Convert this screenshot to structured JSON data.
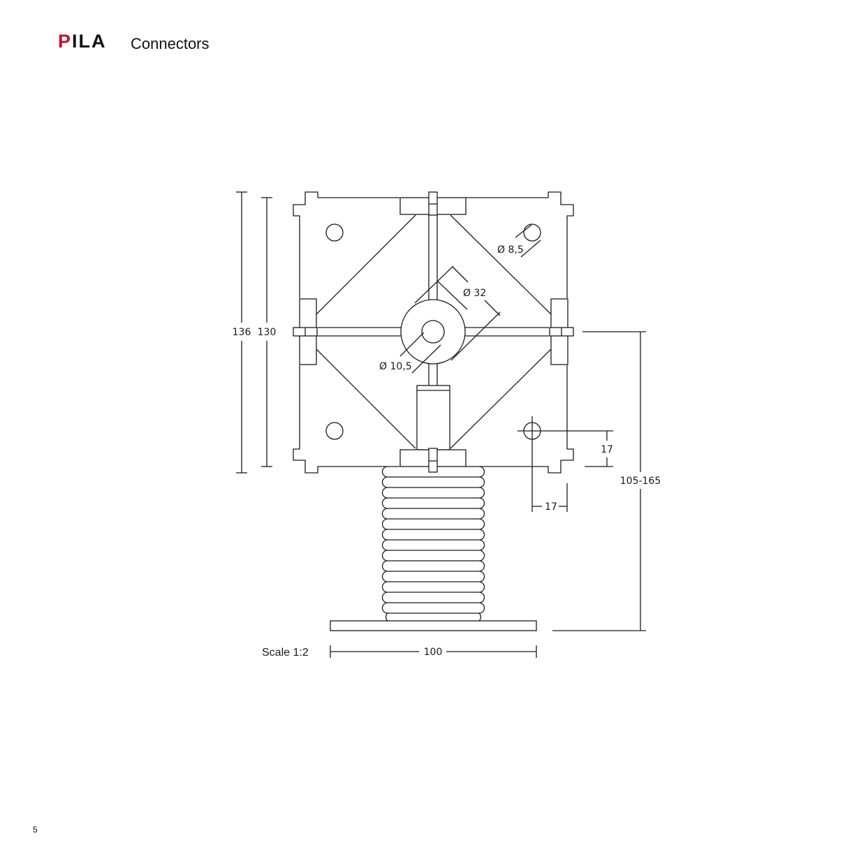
{
  "header": {
    "brand_initial": "P",
    "brand_rest": "ILA",
    "section_title": "Connectors"
  },
  "footer": {
    "page_number": "5"
  },
  "drawing": {
    "dim_outer_height": "136",
    "dim_inner_height": "130",
    "dim_hole_small": "Ø 8,5",
    "dim_center_disc": "Ø 32",
    "dim_center_hole": "Ø 10,5",
    "dim_hole_offset_v": "17",
    "dim_hole_offset_h": "17",
    "dim_adjust_range": "105-165",
    "dim_base_width": "100",
    "scale_label": "Scale 1:2"
  },
  "colors": {
    "brand_red": "#c8102e",
    "line": "#1a1a1a"
  }
}
